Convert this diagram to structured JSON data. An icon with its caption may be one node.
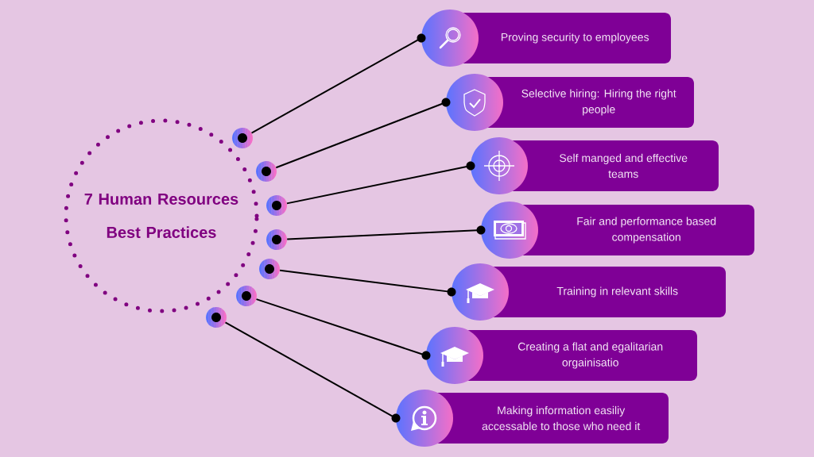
{
  "diagram": {
    "nodes": [
      {
        "text": [
          "7 Human Resources Best Practices"
        ]
      },
      {
        "text": [],
        "shape": "circle"
      },
      {
        "text": [],
        "shape": "circle"
      },
      {
        "text": [],
        "shape": "circle"
      },
      {
        "text": [],
        "shape": "circle"
      },
      {
        "text": [],
        "shape": "circle"
      },
      {
        "text": [],
        "shape": "circle"
      },
      {
        "text": [],
        "shape": "circle"
      },
      {
        "text": [
          "Proving security to employees"
        ]
      },
      {
        "text": [
          "Selective hiring: Hiring the right people"
        ]
      },
      {
        "text": [
          "Self manged and effective teams"
        ]
      },
      {
        "text": [
          "Fair and performance based compensation"
        ]
      },
      {
        "text": [
          "Training in relevant skills"
        ]
      },
      {
        "text": [
          "Creating a flat and egalitarian orgainisatio"
        ]
      },
      {
        "text": [
          "Making information easiliy accessable to those who need it"
        ]
      }
    ],
    "edges": [
      {
        "from": 1,
        "to": 8,
        "arrow": "none"
      },
      {
        "from": 2,
        "to": 9,
        "arrow": "none"
      },
      {
        "from": 3,
        "to": 10,
        "arrow": "none"
      },
      {
        "from": 4,
        "to": 11,
        "arrow": "none"
      },
      {
        "from": 5,
        "to": 12,
        "arrow": "none"
      },
      {
        "from": 6,
        "to": 13,
        "arrow": "none"
      },
      {
        "from": 7,
        "to": 14,
        "arrow": "none"
      }
    ]
  }
}
